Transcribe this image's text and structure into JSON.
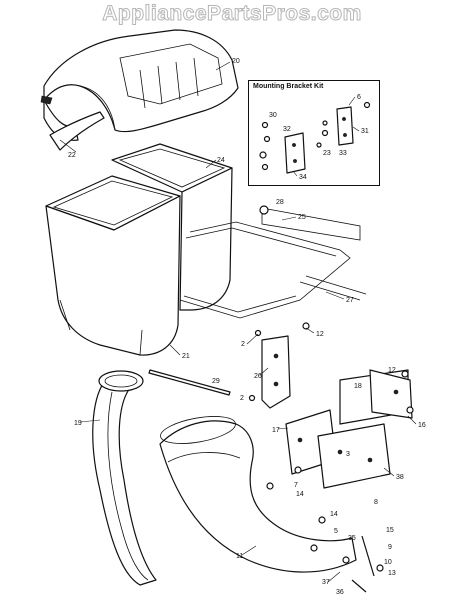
{
  "watermark": "AppliancePartsPros.com",
  "kit": {
    "title": "Mounting Bracket Kit",
    "callouts": [
      "6",
      "30",
      "32",
      "31",
      "23",
      "33",
      "34"
    ]
  },
  "callouts": [
    "20",
    "22",
    "24",
    "28",
    "25",
    "27",
    "12",
    "21",
    "2",
    "26",
    "29",
    "18",
    "12",
    "19",
    "17",
    "16",
    "38",
    "3",
    "2",
    "7",
    "14",
    "8",
    "14",
    "5",
    "15",
    "35",
    "9",
    "10",
    "11",
    "13",
    "37",
    "36"
  ]
}
